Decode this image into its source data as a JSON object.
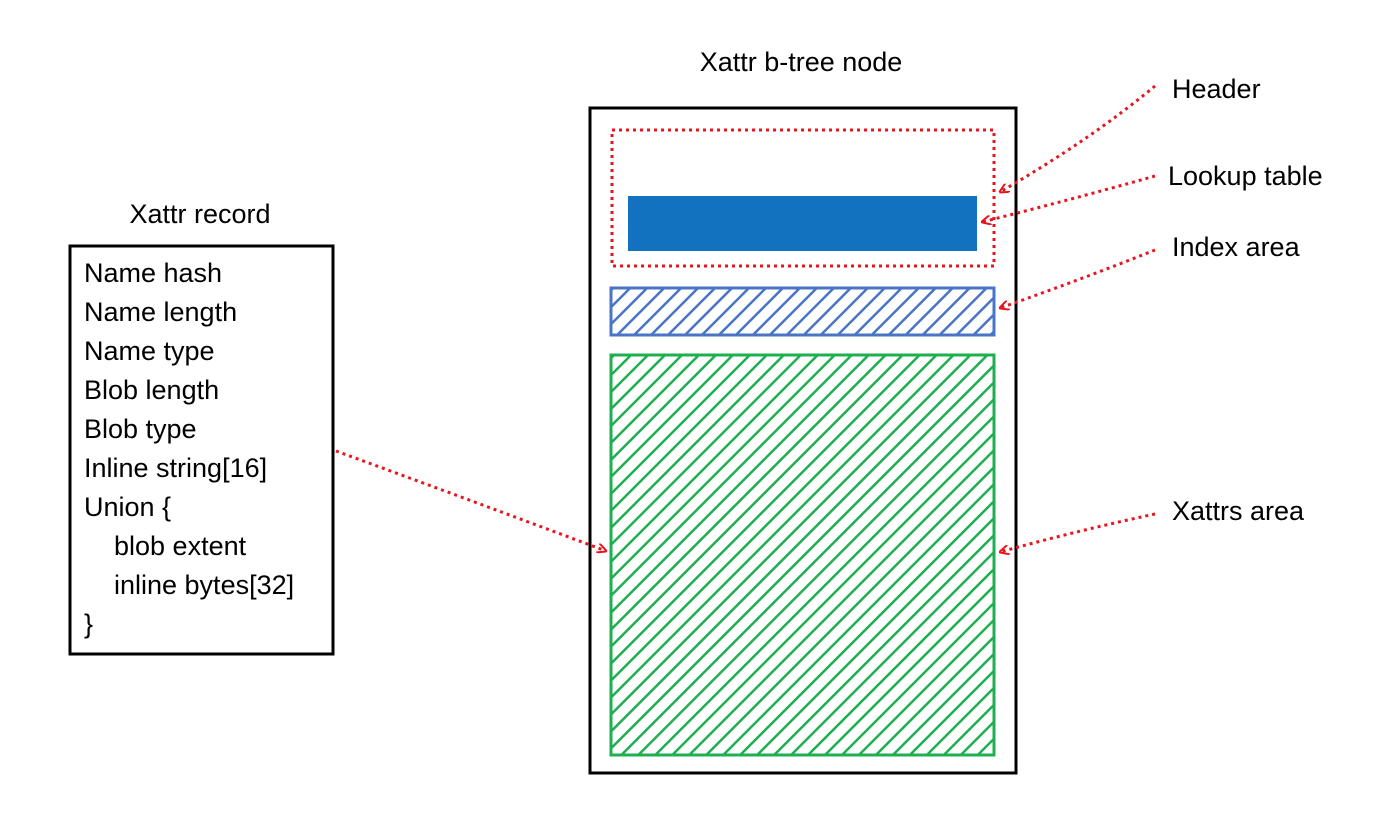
{
  "record": {
    "title": "Xattr record",
    "fields": [
      "Name hash",
      "Name length",
      "Name type",
      "Blob length",
      "Blob type",
      "Inline string[16]",
      "Union {",
      "blob extent",
      "inline bytes[32]",
      "}"
    ]
  },
  "node": {
    "title": "Xattr b-tree node"
  },
  "callouts": {
    "header": "Header",
    "lookup_table": "Lookup table",
    "index_area": "Index area",
    "xattrs_area": "Xattrs area"
  },
  "colors": {
    "header_outline": "#e8141e",
    "lookup_fill": "#1272c0",
    "index_hatch": "#4a74c5",
    "xattrs_hatch": "#1fae50",
    "arrow": "#e8141e",
    "border": "#000000"
  }
}
